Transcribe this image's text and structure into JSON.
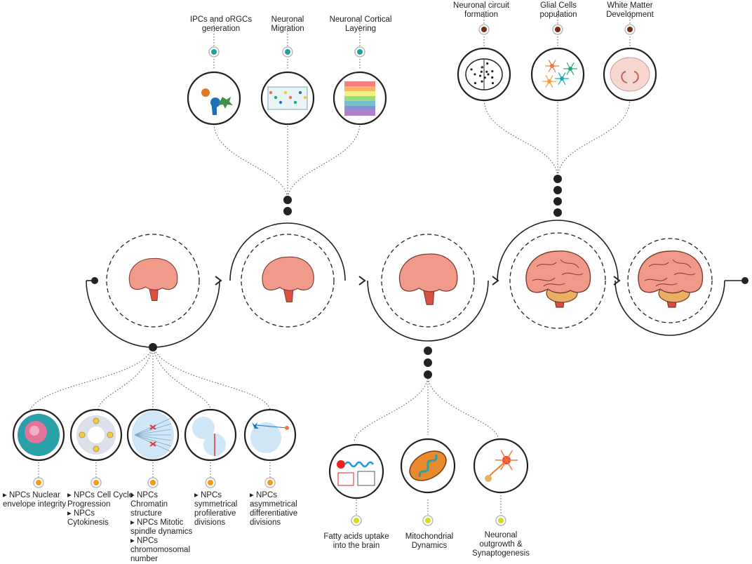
{
  "top_left_group": {
    "labels": [
      [
        "IPCs and oRGCs",
        "generation"
      ],
      [
        "Neuronal",
        "Migration"
      ],
      [
        "Neuronal Cortical",
        "Layering"
      ]
    ],
    "marker_color": "#1aa39a"
  },
  "top_right_group": {
    "labels": [
      [
        "Neuronal circuit",
        "formation"
      ],
      [
        "Glial Cells",
        "population"
      ],
      [
        "White Matter",
        "Development"
      ]
    ],
    "marker_color": "#7a2a18"
  },
  "bottom_left_group": {
    "labels": [
      [
        "▸ NPCs Nuclear",
        "envelope integrity"
      ],
      [
        "▸ NPCs Cell Cycle",
        "Progression",
        "▸ NPCs",
        "Cytokinesis"
      ],
      [
        "▸ NPCs",
        "Chromatin",
        "structure",
        "▸ NPCs Mitotic",
        "spindle dynamics",
        "▸ NPCs",
        "chromomosomal",
        "number"
      ],
      [
        "▸ NPCs",
        "symmetrical",
        "profilerative",
        "divisions"
      ],
      [
        "▸ NPCs",
        "asymmetrical",
        "differentiative",
        "divisions"
      ]
    ],
    "marker_color": "#f29a1e"
  },
  "bottom_middle_group": {
    "labels": [
      [
        "Fatty acids uptake",
        "into the brain"
      ],
      [
        "Mitochondrial",
        "Dynamics"
      ],
      [
        "Neuronal",
        "outgrowth &",
        "Synaptogenesis"
      ]
    ],
    "marker_color": "#d6dc1c"
  },
  "colors": {
    "brain": "#f19a8a",
    "brain_outline": "#7a3a33",
    "brainstem": "#d9503f",
    "cerebellum": "#e9b062",
    "line": "#222222"
  },
  "icons": {
    "top_left": [
      "neuron-progenitor-icon",
      "neuronal-migration-icon",
      "cortical-layers-icon"
    ],
    "top_right": [
      "neural-network-brain-icon",
      "glial-cells-icon",
      "white-matter-section-icon"
    ],
    "bottom_left": [
      "nucleus-icon",
      "cell-cycle-icon",
      "mitotic-spindle-icon",
      "symmetric-division-icon",
      "asymmetric-division-icon"
    ],
    "bottom_middle": [
      "fatty-acid-icon",
      "mitochondrion-icon",
      "neuron-outgrowth-icon"
    ]
  }
}
